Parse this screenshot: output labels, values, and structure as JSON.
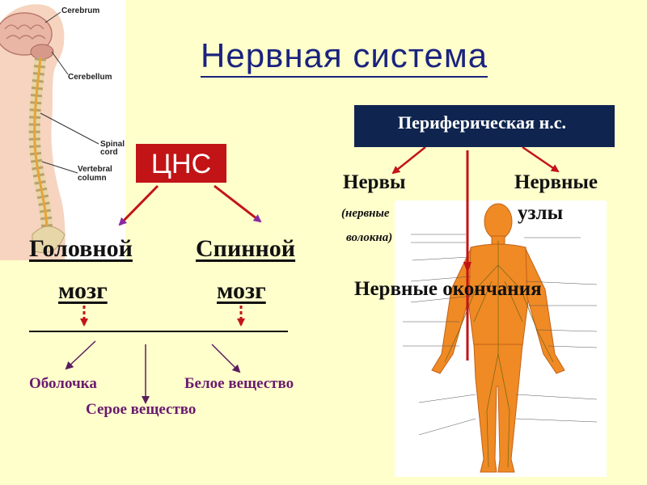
{
  "title": "Нервная система",
  "cns": {
    "label": "ЦНС"
  },
  "brain": {
    "line1": "Головной",
    "line2": "мозг"
  },
  "spinal": {
    "line1": "Спинной",
    "line2": "мозг"
  },
  "components": {
    "membrane": "Оболочка",
    "white": "Белое вещество",
    "gray": "Серое вещество"
  },
  "pns": {
    "label": "Периферическая н.с."
  },
  "nerves": {
    "title": "Нервы",
    "sub1": "(нервные",
    "sub2": "волокна)"
  },
  "ganglia": {
    "line1": "Нервные",
    "line2": "узлы"
  },
  "endings": "Нервные окончания",
  "spine_labels": {
    "cerebrum": "Cerebrum",
    "cerebellum": "Cerebellum",
    "spinal_cord_1": "Spinal",
    "spinal_cord_2": "cord",
    "vertebral_1": "Vertebral",
    "vertebral_2": "column"
  },
  "colors": {
    "background": "#ffffcc",
    "title": "#1a237e",
    "cns_box": "#c21416",
    "pns_box": "#0f2550",
    "arrow_red": "#c21416",
    "arrow_purple": "#7b1f6e",
    "component_text": "#6a1b6e",
    "body": "#f08a24"
  }
}
